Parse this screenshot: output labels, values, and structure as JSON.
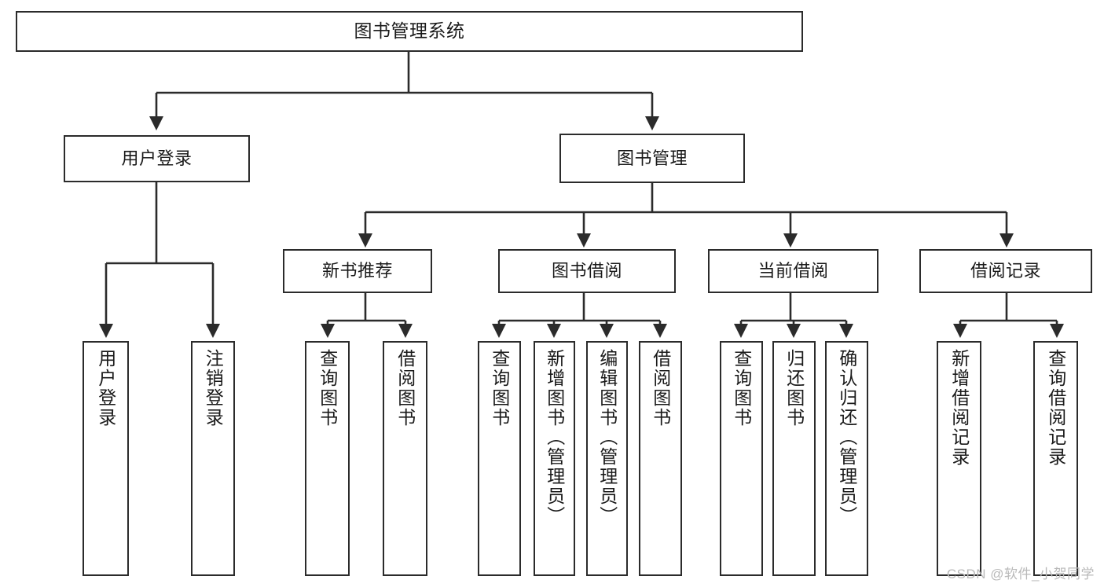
{
  "diagram": {
    "title": "图书管理系统",
    "type": "tree-hierarchy",
    "watermark": "CSDN @软件_小贺同学",
    "colors": {
      "stroke": "#2b2b2b",
      "fill": "#ffffff",
      "text": "#1a1a1a",
      "watermark": "#b9b9b9"
    },
    "nodes": {
      "root": {
        "label": "图书管理系统"
      },
      "level2": [
        {
          "id": "user-login",
          "label": "用户登录"
        },
        {
          "id": "book-manage",
          "label": "图书管理"
        }
      ],
      "level3": [
        {
          "id": "new-book-recommend",
          "label": "新书推荐"
        },
        {
          "id": "book-borrow",
          "label": "图书借阅"
        },
        {
          "id": "current-borrow",
          "label": "当前借阅"
        },
        {
          "id": "borrow-record",
          "label": "借阅记录"
        }
      ],
      "leaves": {
        "user_login": [
          {
            "id": "leaf-user-login",
            "label": "用户登录"
          },
          {
            "id": "leaf-logout",
            "label": "注销登录"
          }
        ],
        "new_book_recommend": [
          {
            "id": "leaf-query-book-1",
            "label": "查询图书"
          },
          {
            "id": "leaf-borrow-book-1",
            "label": "借阅图书"
          }
        ],
        "book_borrow": [
          {
            "id": "leaf-query-book-2",
            "label": "查询图书"
          },
          {
            "id": "leaf-add-book",
            "label": "新增图书（管理员）"
          },
          {
            "id": "leaf-edit-book",
            "label": "编辑图书（管理员）"
          },
          {
            "id": "leaf-borrow-book-2",
            "label": "借阅图书"
          }
        ],
        "current_borrow": [
          {
            "id": "leaf-query-book-3",
            "label": "查询图书"
          },
          {
            "id": "leaf-return-book",
            "label": "归还图书"
          },
          {
            "id": "leaf-confirm-return",
            "label": "确认归还（管理员）"
          }
        ],
        "borrow_record": [
          {
            "id": "leaf-add-record",
            "label": "新增借阅记录"
          },
          {
            "id": "leaf-query-record",
            "label": "查询借阅记录"
          }
        ]
      }
    }
  }
}
